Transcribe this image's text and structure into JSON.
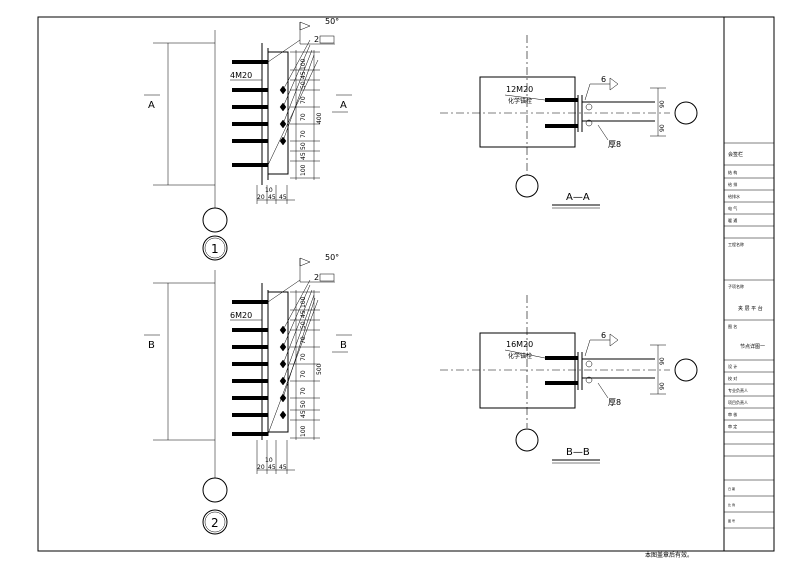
{
  "detail1": {
    "section_letter": "A",
    "callout_number": "1",
    "bolt_label": "4M20",
    "weld_angle": "50°",
    "weld_size": "2",
    "right_dims": [
      "100",
      "45",
      "50",
      "70",
      "70",
      "70",
      "50",
      "45",
      "100"
    ],
    "span_dim": "400",
    "bottom_dims": [
      "20",
      "10",
      "45",
      "45"
    ]
  },
  "detail2": {
    "section_letter": "B",
    "callout_number": "2",
    "bolt_label": "6M20",
    "weld_angle": "50°",
    "weld_size": "2",
    "right_dims": [
      "100",
      "45",
      "50",
      "70",
      "70",
      "70",
      "70",
      "50",
      "45",
      "100"
    ],
    "span_dim": "500",
    "bottom_dims": [
      "20",
      "10",
      "45",
      "45"
    ]
  },
  "section_a": {
    "title": "A—A",
    "anchor_label": "12M20",
    "anchor_type": "化学锚栓",
    "weld_size": "6",
    "plate_label": "厚8",
    "dims": [
      "90",
      "90"
    ]
  },
  "section_b": {
    "title": "B—B",
    "anchor_label": "16M20",
    "anchor_type": "化学锚栓",
    "weld_size": "6",
    "plate_label": "厚8",
    "dims": [
      "90",
      "90"
    ]
  },
  "title_block": {
    "rows": [
      "会签栏",
      "结 构",
      "给 排",
      "给排水",
      "电 气",
      "暖 通",
      "工程名称",
      "子项名称",
      "夹 层 平 台",
      "图 名",
      "节点详图一",
      "设 计",
      "校 对",
      "专业负责人",
      "项目负责人",
      "审 核",
      "审 定",
      "日 期",
      "比 例",
      "图 号"
    ]
  },
  "footer_note": "本图盖章后有效。"
}
